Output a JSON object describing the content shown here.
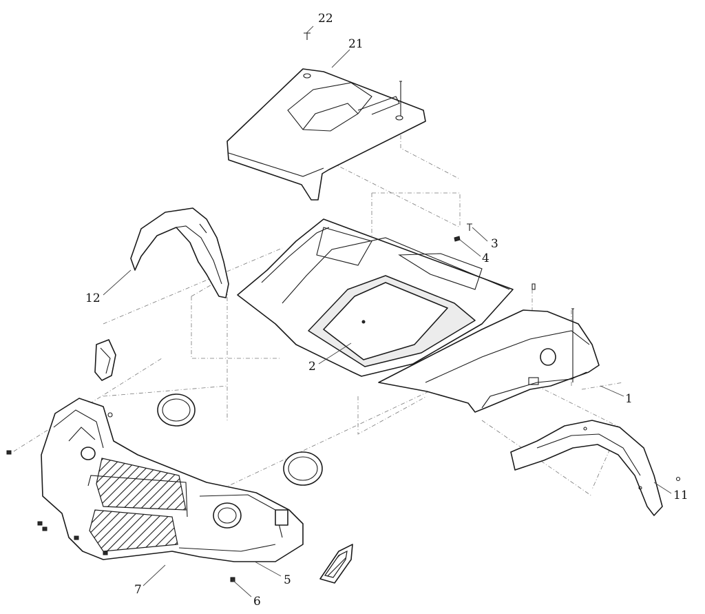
{
  "diagram": {
    "callouts": [
      {
        "id": "c1",
        "label": "1"
      },
      {
        "id": "c2",
        "label": "2"
      },
      {
        "id": "c3",
        "label": "3"
      },
      {
        "id": "c4",
        "label": "4"
      },
      {
        "id": "c5",
        "label": "5"
      },
      {
        "id": "c6",
        "label": "6"
      },
      {
        "id": "c7",
        "label": "7"
      },
      {
        "id": "c11",
        "label": "11"
      },
      {
        "id": "c12",
        "label": "12"
      },
      {
        "id": "c21",
        "label": "21"
      },
      {
        "id": "c22",
        "label": "22"
      }
    ]
  }
}
